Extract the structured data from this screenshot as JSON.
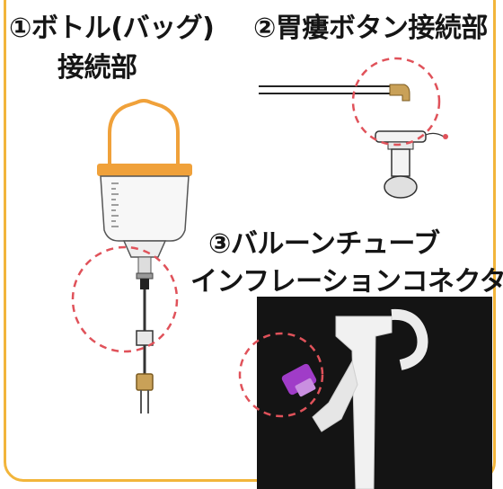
{
  "labels": {
    "bottle_line1": "①ボトル(バッグ)",
    "bottle_line2": "接続部",
    "gastrostomy": "②胃瘻ボタン接続部",
    "balloon_line1": "③バルーンチューブ",
    "balloon_line2": "インフレーションコネクタ"
  },
  "colors": {
    "frame": "#f2b53b",
    "highlight_circle": "#e0525a",
    "bottle_cap": "#f0a13a",
    "connector": "#c9a158",
    "valve": "#a03cc8",
    "photo_bg": "#141414"
  }
}
